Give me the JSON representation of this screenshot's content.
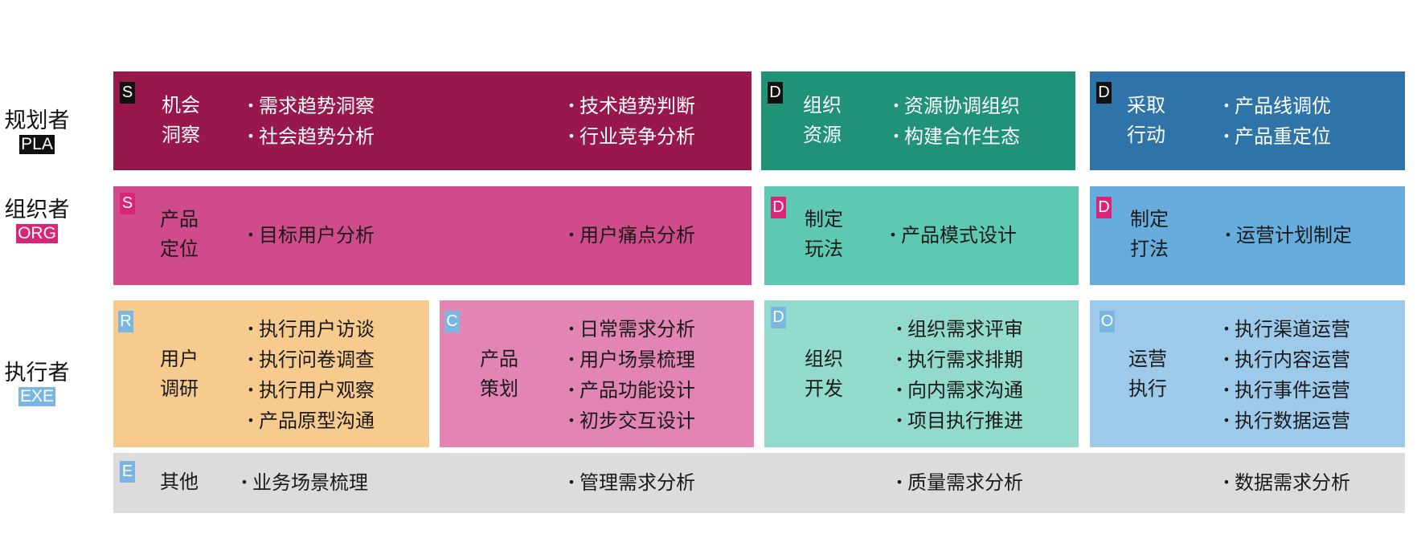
{
  "roles": {
    "planner": {
      "name": "规划者",
      "code": "PLA"
    },
    "organizer": {
      "name": "组织者",
      "code": "ORG"
    },
    "executor": {
      "name": "执行者",
      "code": "EXE"
    }
  },
  "colors": {
    "opportunity": "#99184c",
    "org_resource": "#1f9277",
    "take_action": "#2e74a8",
    "positioning": "#d04b8c",
    "rules": "#5ec9b3",
    "tactics": "#66acdd",
    "research": "#f7cb8e",
    "planning": "#e385b4",
    "development": "#92dbcc",
    "operation": "#9dc9ea",
    "other": "#dcdcdc",
    "badge_dark": "#111111",
    "badge_pink": "#d92575",
    "badge_blue": "#7bb6e0"
  },
  "cards": {
    "opportunity": {
      "badge": "S",
      "title_lines": [
        "机会",
        "洞察"
      ],
      "left_items": [
        "需求趋势洞察",
        "社会趋势分析"
      ],
      "right_items": [
        "技术趋势判断",
        "行业竞争分析"
      ]
    },
    "org_resource": {
      "badge": "D",
      "title_lines": [
        "组织",
        "资源"
      ],
      "items": [
        "资源协调组织",
        "构建合作生态"
      ]
    },
    "take_action": {
      "badge": "D",
      "title_lines": [
        "采取",
        "行动"
      ],
      "items": [
        "产品线调优",
        "产品重定位"
      ]
    },
    "positioning": {
      "badge": "S",
      "title_lines": [
        "产品",
        "定位"
      ],
      "left_items": [
        "目标用户分析"
      ],
      "right_items": [
        "用户痛点分析"
      ]
    },
    "rules": {
      "badge": "D",
      "title_lines": [
        "制定",
        "玩法"
      ],
      "items": [
        "产品模式设计"
      ]
    },
    "tactics": {
      "badge": "D",
      "title_lines": [
        "制定",
        "打法"
      ],
      "items": [
        "运营计划制定"
      ]
    },
    "research": {
      "badge": "R",
      "title_lines": [
        "用户",
        "调研"
      ],
      "items": [
        "执行用户访谈",
        "执行问卷调查",
        "执行用户观察",
        "产品原型沟通"
      ]
    },
    "planning": {
      "badge": "C",
      "title_lines": [
        "产品",
        "策划"
      ],
      "items": [
        "日常需求分析",
        "用户场景梳理",
        "产品功能设计",
        "初步交互设计"
      ]
    },
    "development": {
      "badge": "D",
      "title_lines": [
        "组织",
        "开发"
      ],
      "items": [
        "组织需求评审",
        "执行需求排期",
        "向内需求沟通",
        "项目执行推进"
      ]
    },
    "operation": {
      "badge": "O",
      "title_lines": [
        "运营",
        "执行"
      ],
      "items": [
        "执行渠道运营",
        "执行内容运营",
        "执行事件运营",
        "执行数据运营"
      ]
    },
    "other": {
      "badge": "E",
      "title_lines": [
        "其他"
      ],
      "items": [
        "业务场景梳理",
        "管理需求分析",
        "质量需求分析",
        "数据需求分析"
      ]
    }
  }
}
